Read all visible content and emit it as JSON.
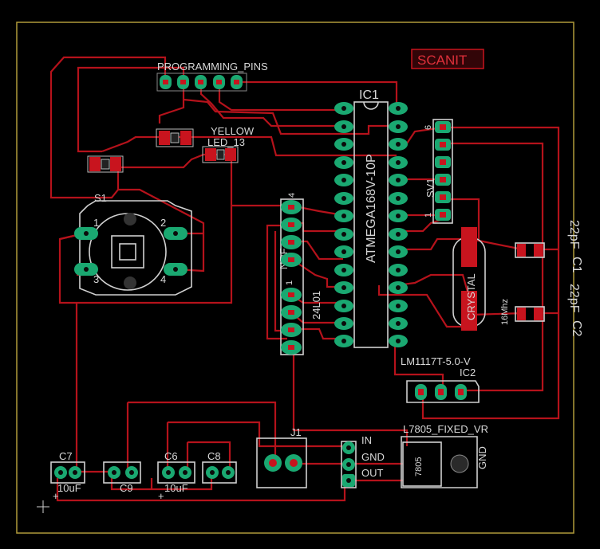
{
  "board": {
    "colors": {
      "background": "#000000",
      "trace": "#b5121b",
      "pad": "#1aa871",
      "silk": "#d8d8d8",
      "frame": "#b09a3a"
    }
  },
  "labels": {
    "programming_pins": "PROGRAMMING_PINS",
    "scanit": "SCANIT",
    "ic1": "IC1",
    "ic1_part": "ATMEGA168V-10P",
    "yellow": "YELLOW",
    "led": "LED_13",
    "s1": "S1",
    "s1_pin1": "1",
    "s1_pin2": "2",
    "s1_pin3": "3",
    "s1_pin4": "4",
    "nrf": "NRF",
    "nrf_part": "24L01",
    "nrf_pin1": "1",
    "nrf_pin4": "4",
    "sv1": "SV1",
    "sv1_pin6": "6",
    "sv1_pin1": "1",
    "c1": "C1",
    "c1_value": "22pF",
    "c2": "C2",
    "c2_value": "22pF",
    "crystal": "CRYSTAL",
    "crystal_freq": "16Mhz",
    "lm1117": "LM1117T-5.0-V",
    "ic2": "IC2",
    "l7805": "L7805_FIXED_VR",
    "reg_part": "7805",
    "gnd_tab": "GND",
    "in": "IN",
    "gnd": "GND",
    "out": "OUT",
    "j1": "J1",
    "c7": "C7",
    "c7_value": "10uF",
    "c9": "C9",
    "c6": "C6",
    "c6_value": "10uF",
    "c8": "C8",
    "plus": "+"
  }
}
